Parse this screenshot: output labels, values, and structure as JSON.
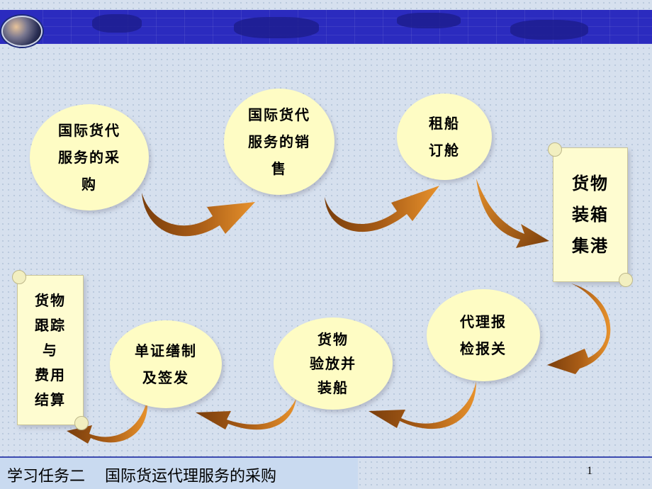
{
  "nodes": {
    "n1": "国际货代\n服务的采\n购",
    "n2": "国际货代\n服务的销\n售",
    "n3": "租船\n订舱",
    "n4": "货物\n装箱\n集港",
    "n5": "代理报\n检报关",
    "n6": "货物\n验放并\n装船",
    "n7": "单证缮制\n及签发",
    "n8": "货物\n跟踪\n与\n费用\n结算"
  },
  "footer": {
    "title": "学习任务二    国际货运代理服务的采购",
    "page_number": "1"
  },
  "colors": {
    "ellipse_fill": "#fefcc4",
    "arrow_dark": "#8a4a12",
    "arrow_light": "#e08a26",
    "header": "#2b2bbf"
  },
  "icons": [
    "globe-icon",
    "curved-arrow-icon"
  ]
}
